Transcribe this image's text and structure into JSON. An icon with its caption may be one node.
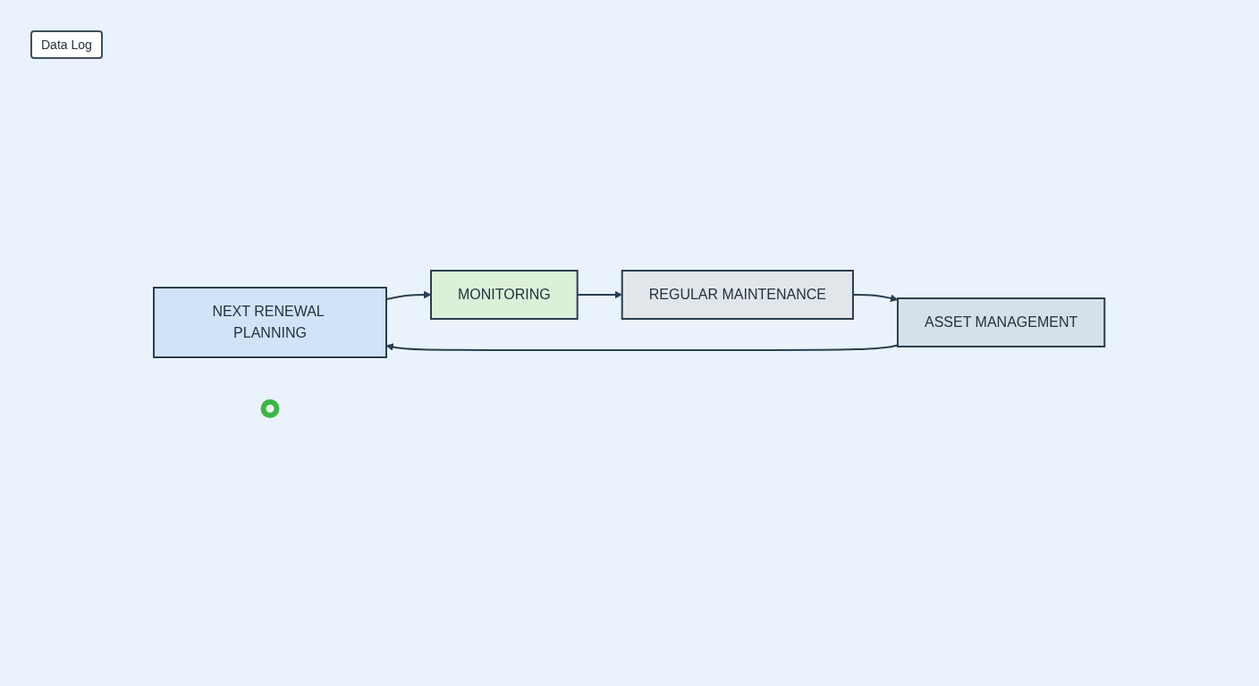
{
  "diagram": {
    "nodes": [
      {
        "text": [
          "NEXT RENEWAL PLANNING"
        ]
      },
      {
        "text": [
          "MONITORING"
        ]
      },
      {
        "text": [
          "REGULAR MAINTENANCE"
        ]
      },
      {
        "text": [
          "ASSET MANAGEMENT"
        ]
      },
      {
        "text": [],
        "shape": "circle"
      }
    ],
    "edges": [
      {
        "from": 0,
        "to": 1,
        "arrow": "to"
      },
      {
        "from": 1,
        "to": 2,
        "arrow": "to"
      },
      {
        "from": 2,
        "to": 3,
        "arrow": "to"
      },
      {
        "from": 3,
        "to": 0,
        "arrow": "to"
      }
    ],
    "labels": [
      "Data Log"
    ]
  }
}
